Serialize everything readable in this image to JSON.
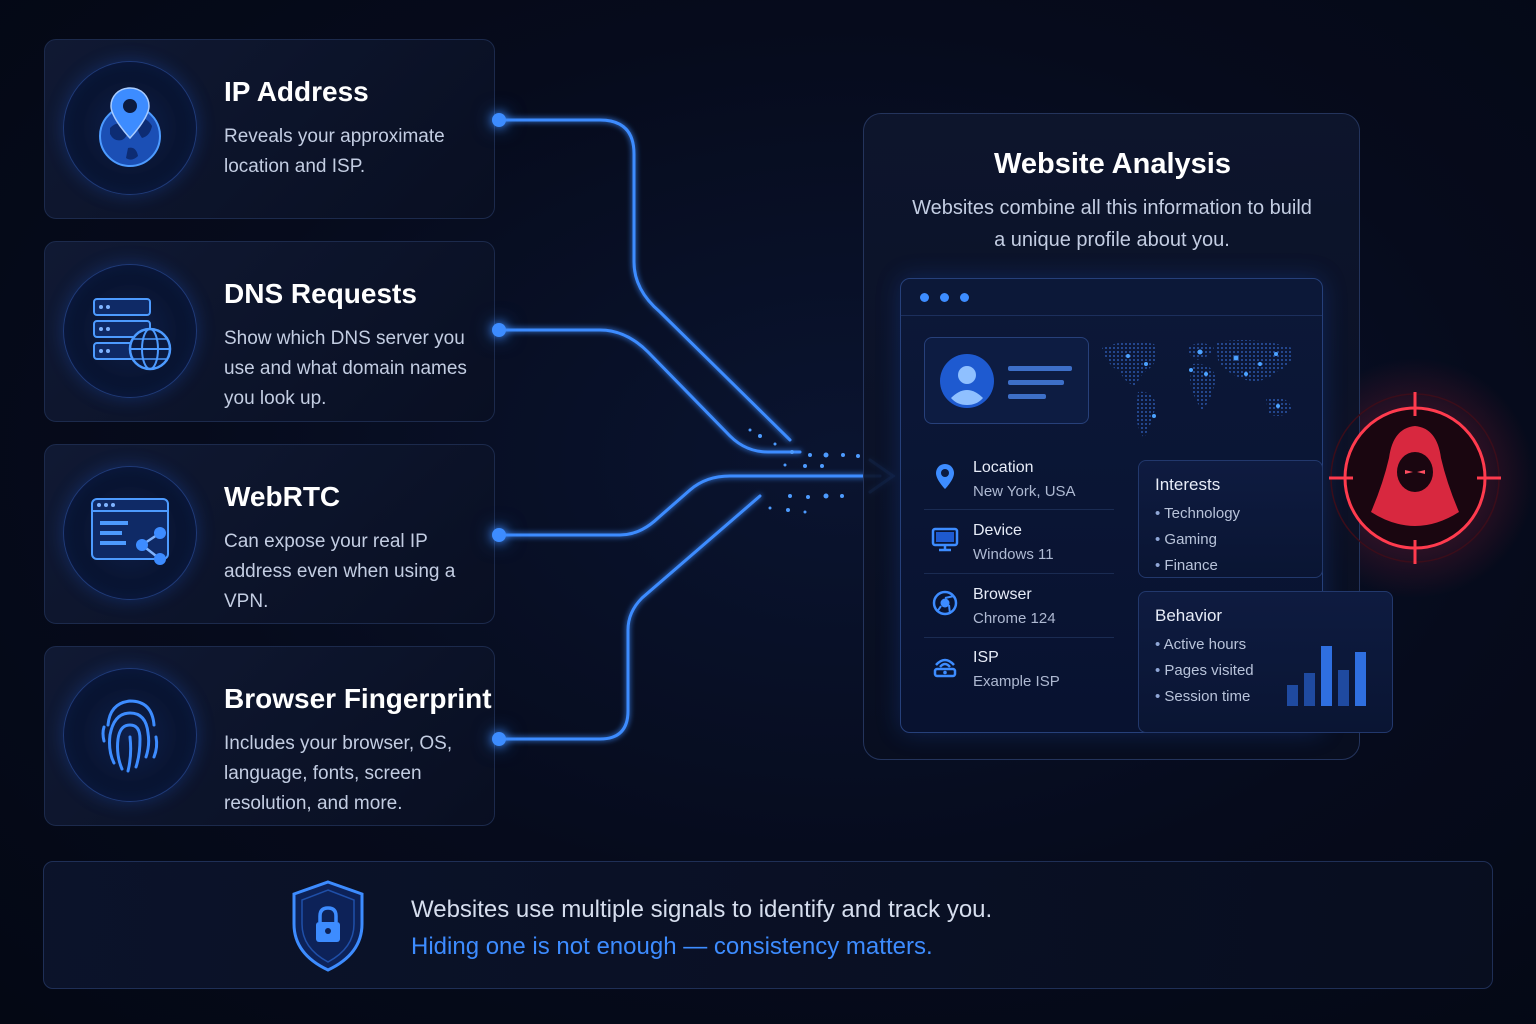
{
  "sources": [
    {
      "title": "IP Address",
      "description": "Reveals your approximate location and ISP.",
      "icon": "globe-pin-icon"
    },
    {
      "title": "DNS Requests",
      "description": "Show which DNS server you use and what domain names you look up.",
      "icon": "server-globe-icon"
    },
    {
      "title": "WebRTC",
      "description": "Can expose your real IP address even when using a VPN.",
      "icon": "browser-share-icon"
    },
    {
      "title": "Browser Fingerprint",
      "description": "Includes your browser, OS, language, fonts, screen resolution, and more.",
      "icon": "fingerprint-icon"
    }
  ],
  "analysis": {
    "title": "Website Analysis",
    "subtitle": "Websites combine all this information to build a unique profile about you.",
    "details": [
      {
        "label": "Location",
        "value": "New York, USA",
        "icon": "location-pin-icon"
      },
      {
        "label": "Device",
        "value": "Windows 11",
        "icon": "monitor-icon"
      },
      {
        "label": "Browser",
        "value": "Chrome 124",
        "icon": "browser-logo-icon"
      },
      {
        "label": "ISP",
        "value": "Example ISP",
        "icon": "router-icon"
      }
    ],
    "interests": {
      "title": "Interests",
      "items": [
        "Technology",
        "Gaming",
        "Finance"
      ]
    },
    "behavior": {
      "title": "Behavior",
      "items": [
        "Active hours",
        "Pages visited",
        "Session time"
      ],
      "bar_levels": [
        0.35,
        0.55,
        1.0,
        0.6,
        0.9
      ]
    }
  },
  "footer": {
    "line1": "Websites use multiple signals to identify and track you.",
    "line2": "Hiding one is not enough — consistency matters."
  },
  "colors": {
    "accent": "#3d8cff",
    "tracker": "#ff3b4e",
    "background": "#060b1c"
  }
}
